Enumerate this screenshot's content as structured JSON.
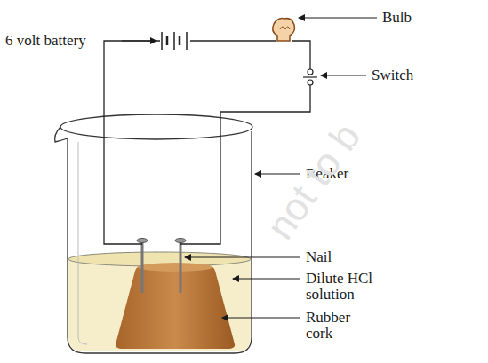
{
  "diagram": {
    "labels": [
      "6 volt battery",
      "Bulb",
      "Switch",
      "Beaker",
      "Nail",
      "Dilute HCl solution",
      "Rubber cork",
      "not to b"
    ]
  }
}
